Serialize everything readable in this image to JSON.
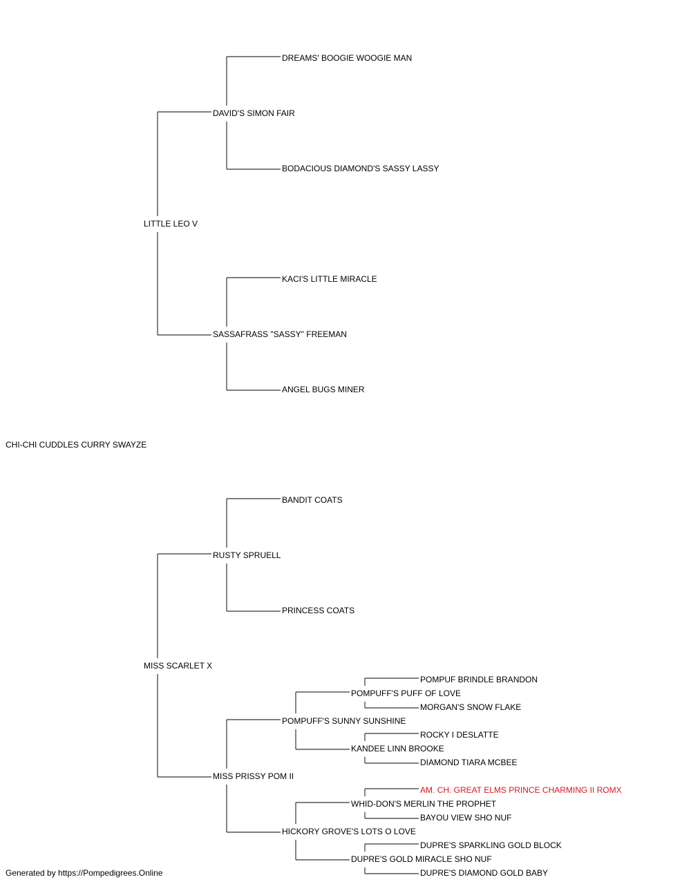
{
  "pedigree": {
    "subject": "CHI-CHI CUDDLES CURRY SWAYZE",
    "sire": "LITTLE LEO V",
    "sire_sire": "DAVID'S SIMON FAIR",
    "sire_sire_sire": "DREAMS' BOOGIE WOOGIE MAN",
    "sire_sire_dam": "BODACIOUS DIAMOND'S SASSY LASSY",
    "sire_dam": "SASSAFRASS \"SASSY\" FREEMAN",
    "sire_dam_sire": "KACI'S LITTLE MIRACLE",
    "sire_dam_dam": "ANGEL BUGS MINER",
    "dam": "MISS SCARLET X",
    "dam_sire": "RUSTY SPRUELL",
    "dam_sire_sire": "BANDIT COATS",
    "dam_sire_dam": "PRINCESS COATS",
    "dam_dam": "MISS PRISSY POM II",
    "dam_dam_sire": "POMPUFF'S SUNNY SUNSHINE",
    "dam_dam_sire_sire": "POMPUFF'S PUFF OF LOVE",
    "dam_dam_sire_sire_sire": "POMPUF BRINDLE BRANDON",
    "dam_dam_sire_sire_dam": "MORGAN'S SNOW FLAKE",
    "dam_dam_sire_dam": "KANDEE LINN BROOKE",
    "dam_dam_sire_dam_sire": "ROCKY I DESLATTE",
    "dam_dam_sire_dam_dam": "DIAMOND TIARA MCBEE",
    "dam_dam_dam": "HICKORY GROVE'S LOTS O LOVE",
    "dam_dam_dam_sire": "WHID-DON'S MERLIN THE PROPHET",
    "dam_dam_dam_sire_sire": "AM. CH. GREAT ELMS PRINCE CHARMING II ROMX",
    "dam_dam_dam_sire_dam": "BAYOU VIEW SHO NUF",
    "dam_dam_dam_dam": "DUPRE'S GOLD MIRACLE SHO NUF",
    "dam_dam_dam_dam_sire": "DUPRE'S SPARKLING GOLD BLOCK",
    "dam_dam_dam_dam_dam": "DUPRE'S DIAMOND GOLD BABY"
  },
  "colors": {
    "line": "#333333",
    "champion": "#e0141e"
  },
  "footer": "Generated by https://Pompedigrees.Online"
}
